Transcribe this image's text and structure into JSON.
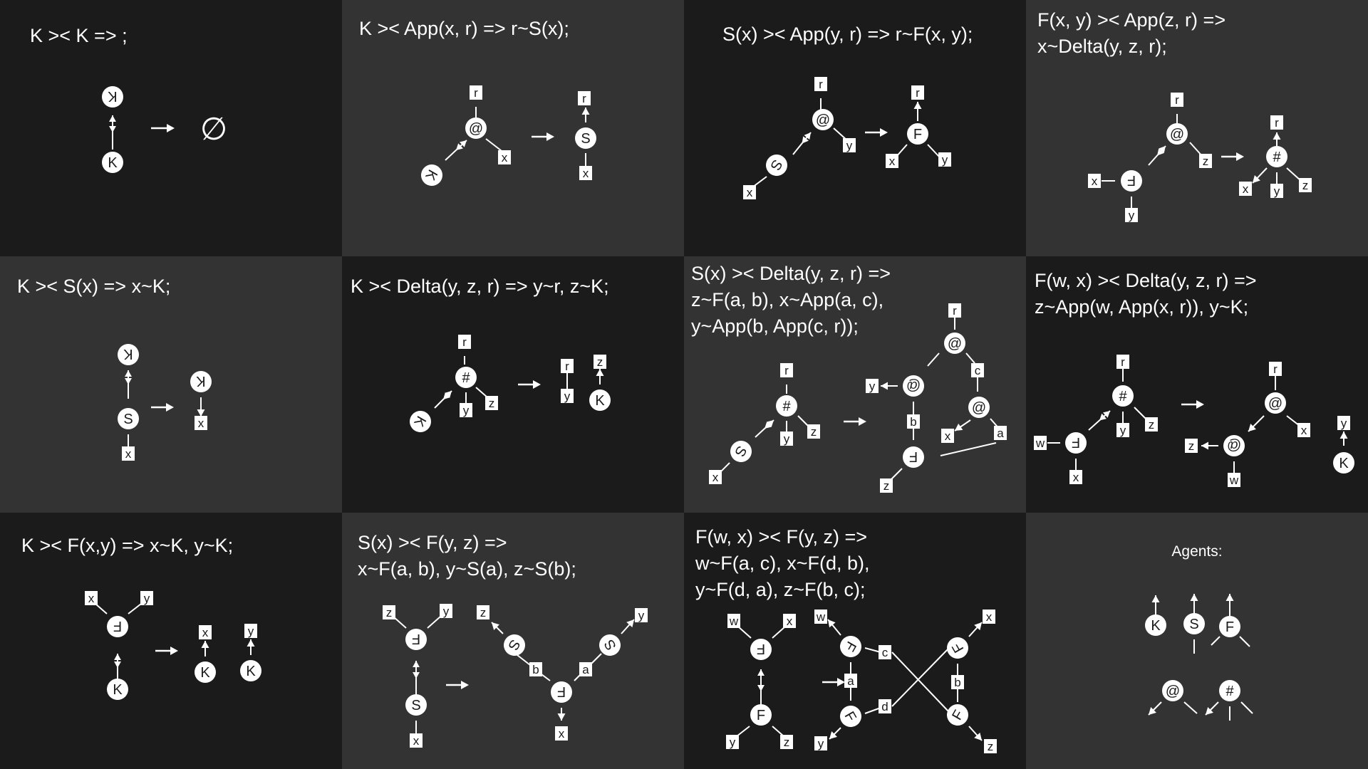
{
  "rules": [
    {
      "lines": [
        "K >< K => ;"
      ]
    },
    {
      "lines": [
        "K >< App(x, r) => r~S(x);"
      ]
    },
    {
      "lines": [
        "S(x) >< App(y, r) => r~F(x, y);"
      ]
    },
    {
      "lines": [
        "F(x, y) >< App(z, r) =>",
        "x~Delta(y, z, r);"
      ]
    },
    {
      "lines": [
        "K >< S(x) => x~K;"
      ]
    },
    {
      "lines": [
        "K >< Delta(y, z, r) => y~r, z~K;"
      ]
    },
    {
      "lines": [
        "S(x) >< Delta(y, z, r) =>",
        "z~F(a, b), x~App(a, c),",
        "y~App(b, App(c, r));"
      ]
    },
    {
      "lines": [
        "F(w, x) >< Delta(y, z, r) =>",
        "z~App(w, App(x, r)), y~K;"
      ]
    },
    {
      "lines": [
        "K >< F(x,y) => x~K, y~K;"
      ]
    },
    {
      "lines": [
        "S(x) >< F(y, z) =>",
        "x~F(a, b), y~S(a), z~S(b);"
      ]
    },
    {
      "lines": [
        "F(w, x) >< F(y, z) =>",
        "w~F(a, c), x~F(d, b),",
        "y~F(d, a), z~F(b, c);"
      ]
    },
    {
      "lines": [
        "Agents:"
      ]
    }
  ],
  "symbols": {
    "empty_set": "∅",
    "arrow": "→",
    "agent_k": "K",
    "agent_s": "S",
    "agent_f": "F",
    "agent_app": "@",
    "agent_delta": "#"
  },
  "colors": {
    "background_dark": "#1b1b1b",
    "background_light": "#333333",
    "ink": "#ffffff",
    "node_text": "#1b1b1b"
  }
}
